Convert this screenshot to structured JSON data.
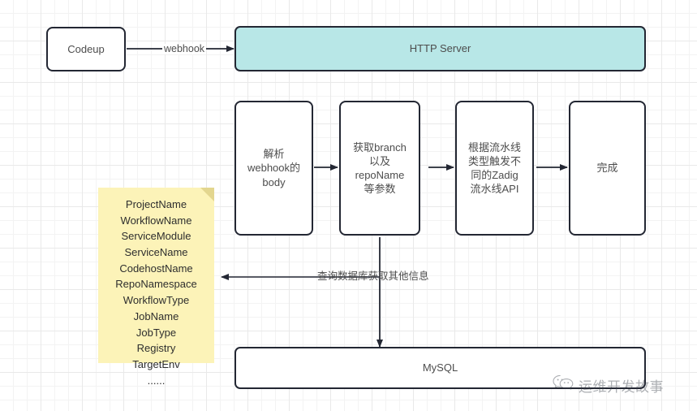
{
  "diagram": {
    "title": "Codeup webhook to Zadig pipeline flow",
    "colors": {
      "node_border": "#232733",
      "node_fill": "#ffffff",
      "http_server_fill": "#b8e7e7",
      "note_fill": "#fcf3b8",
      "note_fold": "#e3d68f",
      "text": "#4d4d4d",
      "grid_minor": "#f3f3f3",
      "grid_major": "#e9e9e9"
    },
    "nodes": {
      "codeup": "Codeup",
      "http_server": "HTTP Server",
      "step1": "解析\nwebhook的\nbody",
      "step2": "获取branch\n以及\nrepoName\n等参数",
      "step3": "根据流水线\n类型触发不\n同的Zadig\n流水线API",
      "step4": "完成",
      "mysql": "MySQL"
    },
    "edges": {
      "webhook_label": "webhook",
      "query_db_label": "查询数据库获取其他信息"
    },
    "note": {
      "items": [
        "ProjectName",
        "WorkflowName",
        "ServiceModule",
        "ServiceName",
        "CodehostName",
        "RepoNamespace",
        "WorkflowType",
        "JobName",
        "JobType",
        "Registry",
        "TargetEnv",
        "......"
      ]
    },
    "watermark": {
      "text": "运维开发故事",
      "icon": "wechat-icon"
    }
  }
}
